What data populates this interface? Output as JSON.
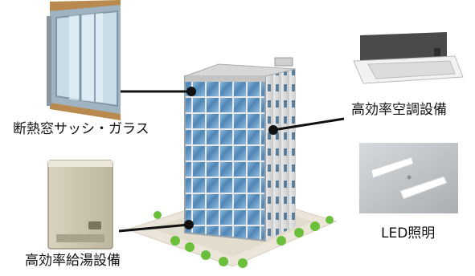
{
  "labels": {
    "window": "断熱窓サッシ・ガラス",
    "aircon": "高効率空調設備",
    "led": "LED照明",
    "water_heater": "高効率給湯設備"
  },
  "colors": {
    "connector": "#111111",
    "glass": "#5d8fb8",
    "frame": "#b98a4f",
    "tree": "#6cbf3a"
  },
  "icons": {
    "window": "window-sash-icon",
    "aircon": "ceiling-cassette-aircon-icon",
    "led": "led-ceiling-light-icon",
    "water_heater": "water-heater-icon",
    "building": "office-building-icon"
  }
}
